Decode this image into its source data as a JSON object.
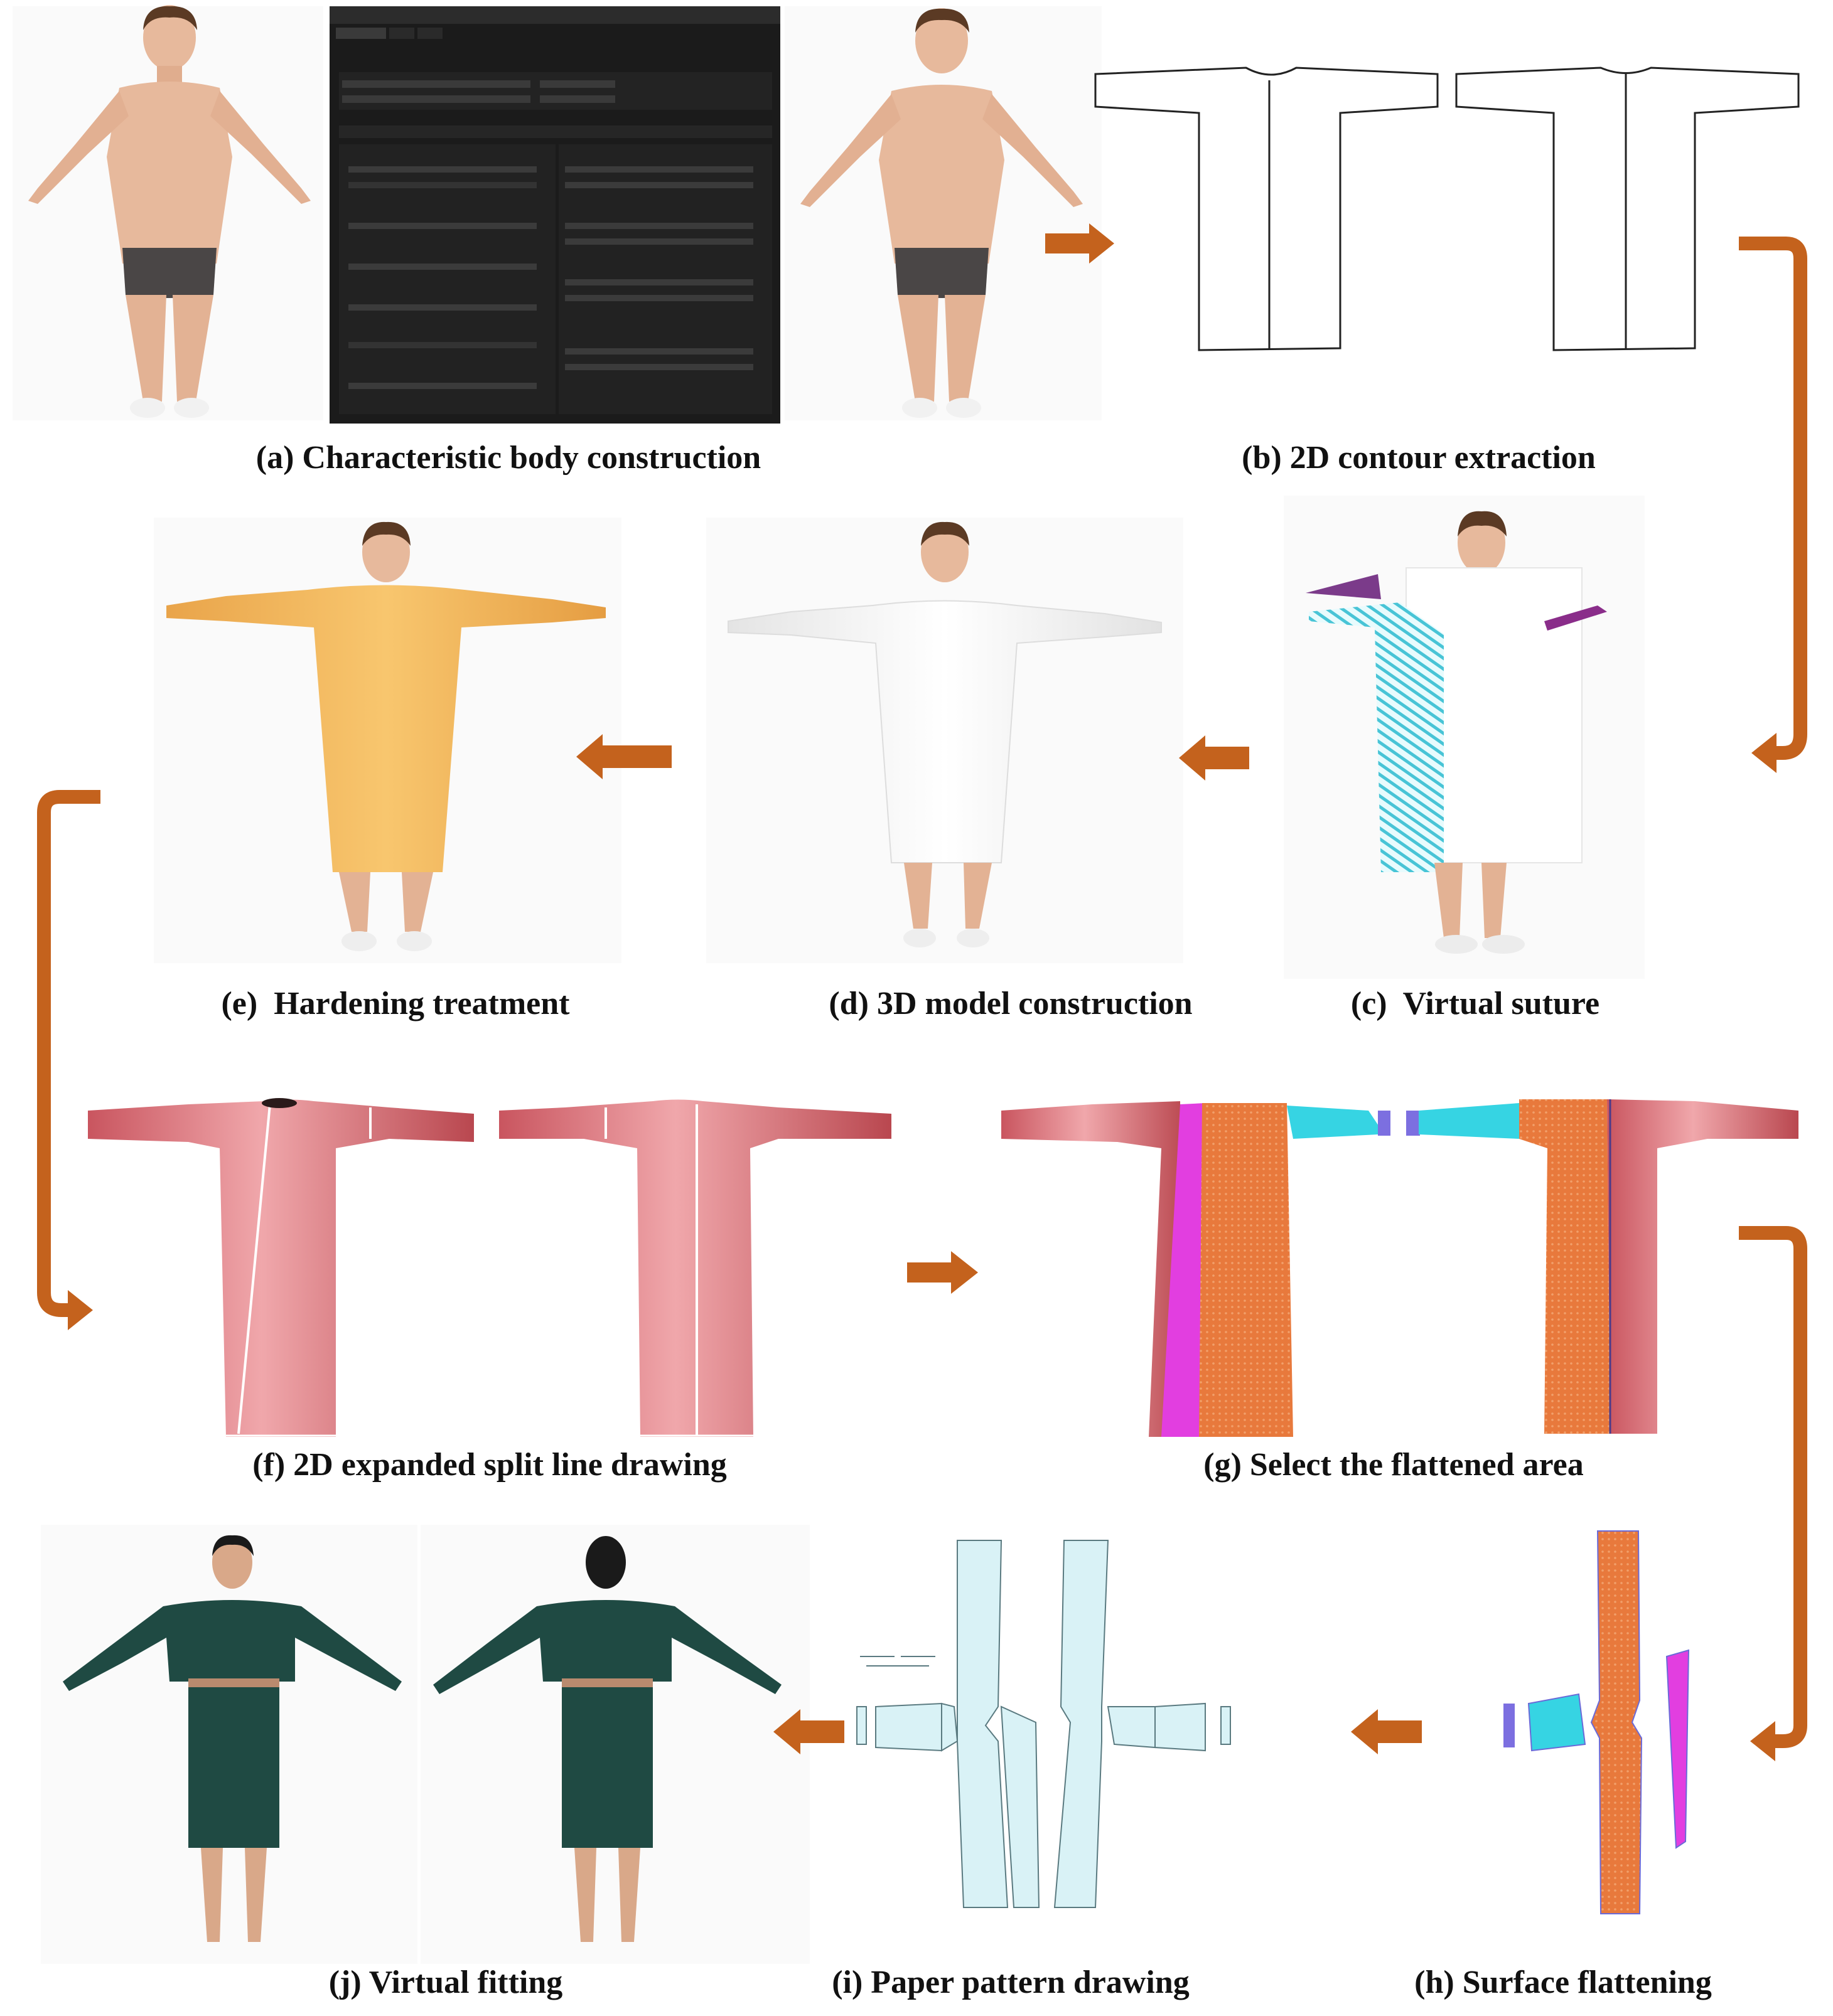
{
  "captions": {
    "a": "(a) Characteristic body construction",
    "b": "(b) 2D contour extraction",
    "c": "(c)  Virtual suture",
    "d": "(d) 3D model construction",
    "e": "(e)  Hardening treatment",
    "f": "(f) 2D expanded split line drawing",
    "g": "(g) Select the flattened area",
    "h": "(h) Surface flattening",
    "i": "(i) Paper pattern drawing",
    "j": "(j) Virtual fitting"
  },
  "colors": {
    "arrow": "#c4621d",
    "skin": "#e7b99c",
    "hair": "#5b3a24",
    "brief": "#4a4646",
    "panel_dark": "#1b1b1b",
    "gown_orange": "#f5b85a",
    "gown_white": "#f7f7f7",
    "mesh_red": "#d9727a",
    "sel_orange": "#e8793c",
    "sel_magenta": "#e23ee0",
    "sel_cyan": "#36d4e3",
    "pattern_fill": "#d9f2f6",
    "gown_green": "#1f4a43"
  },
  "icons": {
    "flow_arrow": "block-arrow-icon",
    "bracket_arrow": "bracket-arrow-icon"
  }
}
